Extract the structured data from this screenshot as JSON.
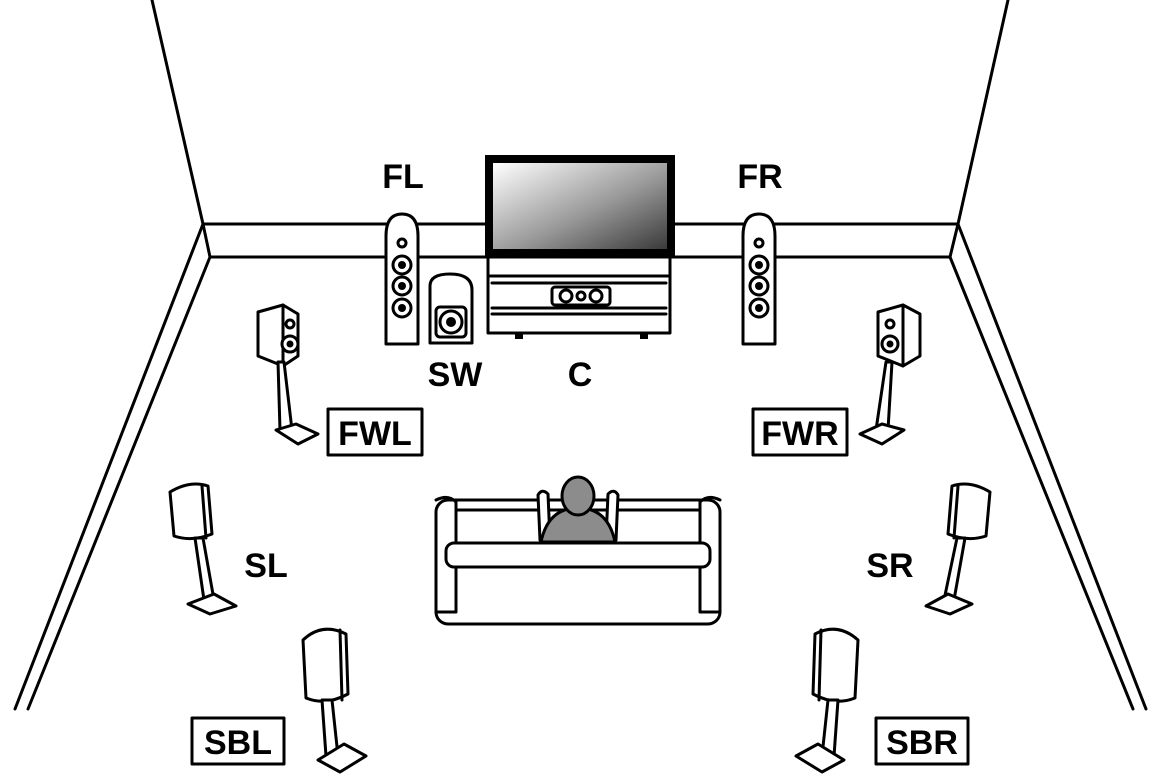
{
  "colors": {
    "highlight": "#7cc9c9",
    "outline": "#000000",
    "listener": "#8c8c8c"
  },
  "speakers": {
    "front_left": {
      "label": "FL",
      "highlighted": false
    },
    "front_right": {
      "label": "FR",
      "highlighted": false
    },
    "subwoofer": {
      "label": "SW",
      "highlighted": false
    },
    "center": {
      "label": "C",
      "highlighted": false
    },
    "front_wide_left": {
      "label": "FWL",
      "highlighted": true
    },
    "front_wide_right": {
      "label": "FWR",
      "highlighted": true
    },
    "surround_left": {
      "label": "SL",
      "highlighted": false
    },
    "surround_right": {
      "label": "SR",
      "highlighted": false
    },
    "surround_back_left": {
      "label": "SBL",
      "highlighted": true
    },
    "surround_back_right": {
      "label": "SBR",
      "highlighted": true
    }
  }
}
